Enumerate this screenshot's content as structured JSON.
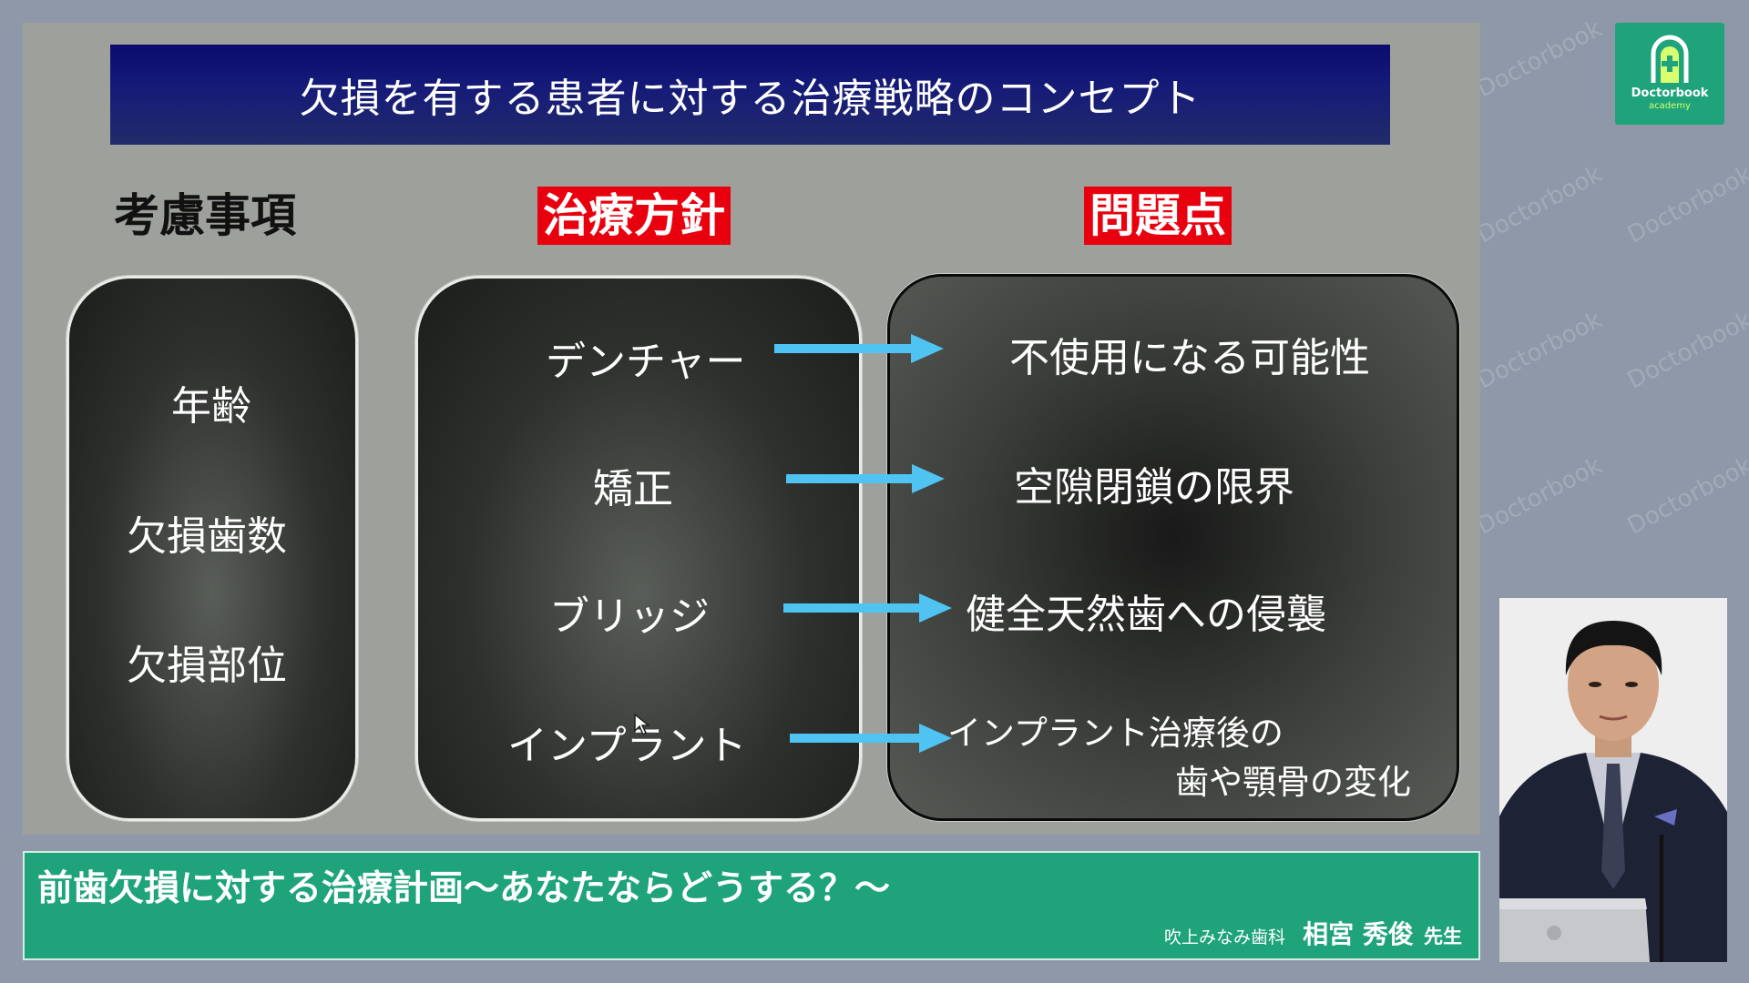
{
  "slide": {
    "title": "欠損を有する患者に対する治療戦略のコンセプト",
    "column_headers": {
      "considerations": "考慮事項",
      "treatment_policy": "治療方針",
      "problems": "問題点"
    },
    "considerations": [
      "年齢",
      "欠損歯数",
      "欠損部位"
    ],
    "treatments": [
      "デンチャー",
      "矯正",
      "ブリッジ",
      "インプラント"
    ],
    "problems": [
      "不使用になる可能性",
      "空隙閉鎖の限界",
      "健全天然歯への侵襲",
      "インプラント治療後の",
      "歯や顎骨の変化"
    ]
  },
  "lower_third": {
    "title": "前歯欠損に対する治療計画〜あなたならどうする？〜",
    "clinic": "吹上みなみ歯科",
    "presenter": "相宮 秀俊",
    "honorific": "先生"
  },
  "logo": {
    "brand": "Doctorbook",
    "sub": "academy"
  },
  "watermark": "Doctorbook",
  "colors": {
    "accent_green": "#1ea37a",
    "header_red": "#e8000e",
    "arrow_blue": "#4fc3f2",
    "title_navy": "#0b0b6e"
  }
}
